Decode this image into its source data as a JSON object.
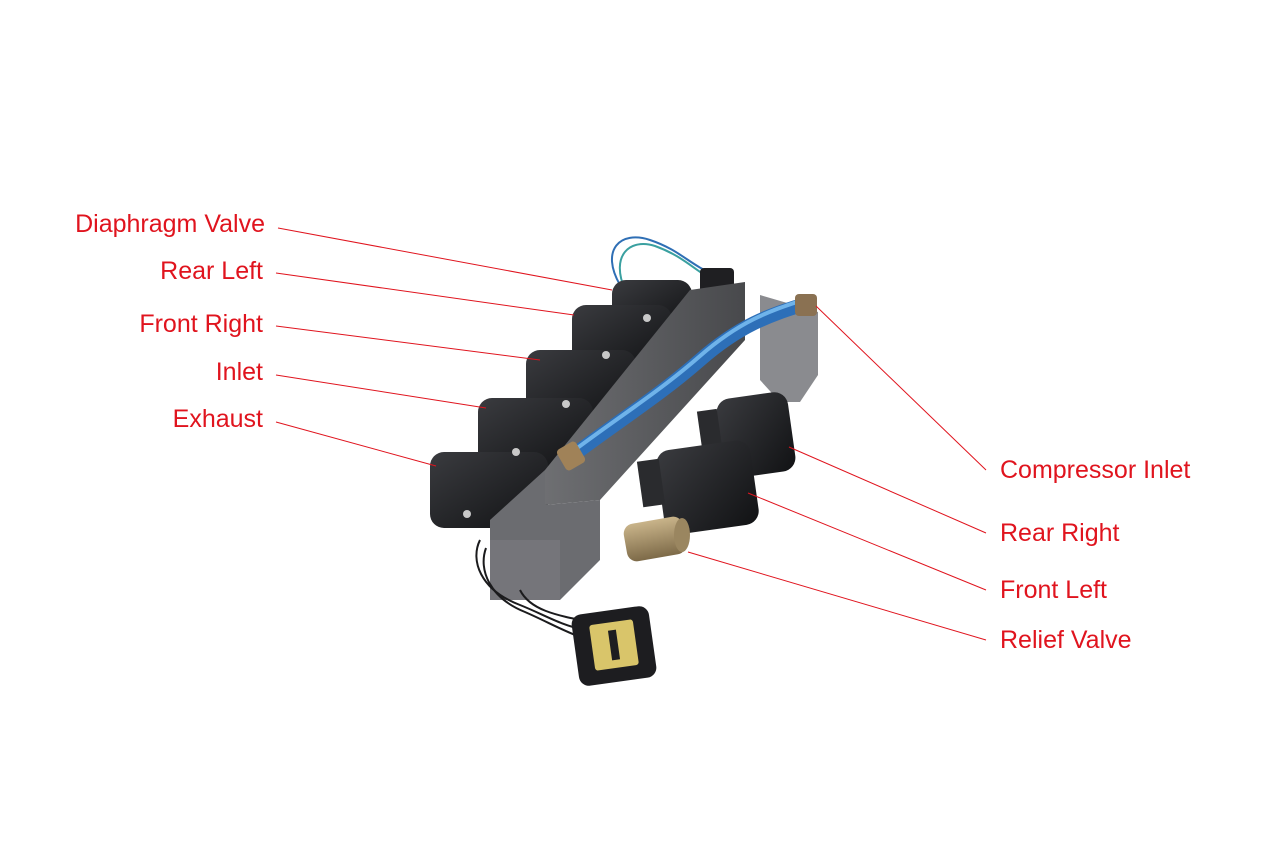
{
  "colors": {
    "label": "#e0141e",
    "leader_line": "#e0141e",
    "solenoid": "#1c1d20",
    "manifold": "#5a5b5e",
    "hose": "#3d8bd6",
    "connector": "#d9c56a"
  },
  "labels": {
    "diaphragm_valve": "Diaphragm Valve",
    "rear_left": "Rear Left",
    "front_right": "Front Right",
    "inlet": "Inlet",
    "exhaust": "Exhaust",
    "compressor_inlet": "Compressor Inlet",
    "rear_right": "Rear Right",
    "front_left": "Front Left",
    "relief_valve": "Relief Valve"
  }
}
